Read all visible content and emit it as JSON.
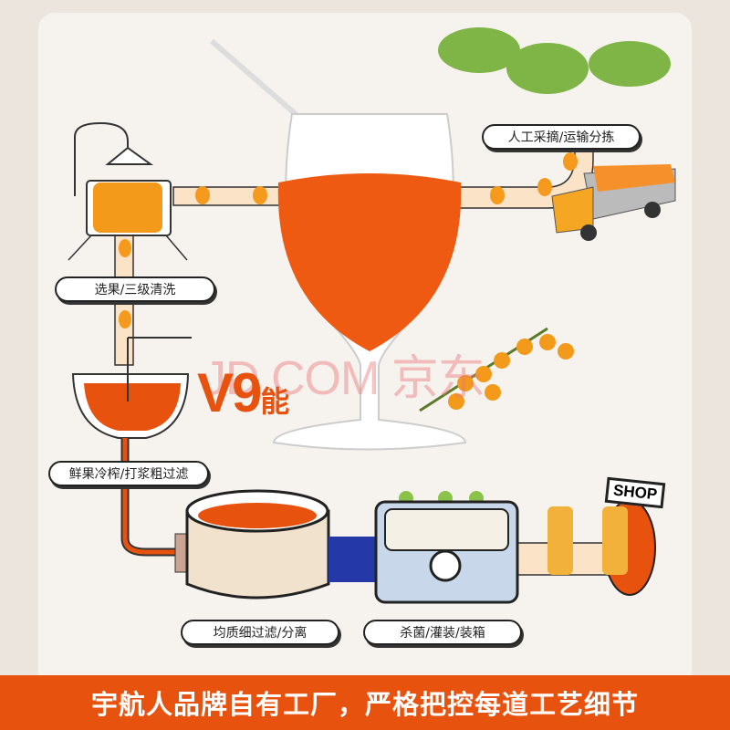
{
  "steps": {
    "harvest": "人工采摘/运输分拣",
    "wash": "选果/三级清洗",
    "press": "鲜果冷榨/打浆粗过滤",
    "homogenize": "均质细过滤/分离",
    "sterilize": "杀菌/灌装/装箱"
  },
  "brand_mark": {
    "main": "V9",
    "suffix": "能"
  },
  "watermark": "JD.COM 京东",
  "shop_sign": "SHOP",
  "footer": "宇航人品牌自有工厂，严格把控每道工艺细节",
  "colors": {
    "accent": "#e8520f",
    "background": "#f6f3ef"
  }
}
